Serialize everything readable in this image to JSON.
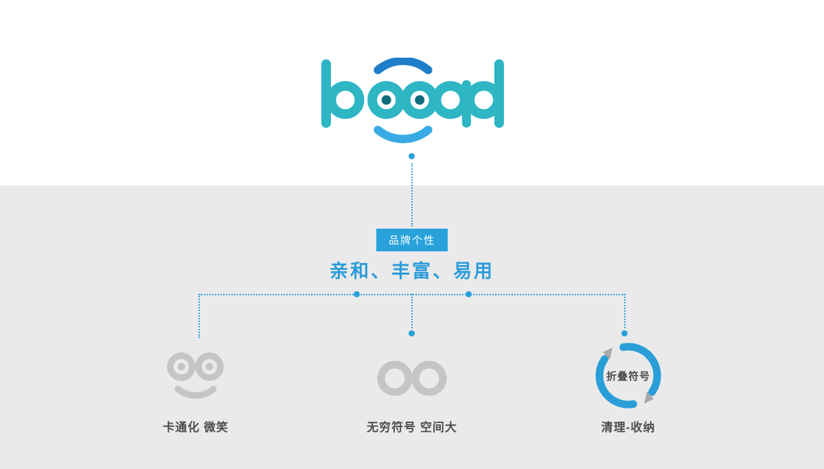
{
  "colors": {
    "logo_teal": "#2eb6c4",
    "logo_eye_dot": "#0f6d7d",
    "logo_arc_top": "#1e7ec9",
    "logo_arc_bottom": "#38abe4",
    "accent_blue": "#29a2db",
    "tagline_blue": "#2b9cdb",
    "icon_gray": "#c5c5c5",
    "arrow_gray": "#a9a9a9",
    "label_gray": "#4d4d4d",
    "bg_top": "#ffffff",
    "bg_bottom": "#eaeaea"
  },
  "logo": {
    "text": "boad"
  },
  "flow": {
    "badge_label": "品牌个性",
    "tagline": "亲和、丰富、易用"
  },
  "branches": [
    {
      "icon": "cartoon-smile-icon",
      "label": "卡通化 微笑"
    },
    {
      "icon": "infinity-icon",
      "label": "无穷符号 空间大"
    },
    {
      "icon": "recycle-arrows-icon",
      "label": "清理-收纳",
      "inner_label": "折叠符号"
    }
  ]
}
